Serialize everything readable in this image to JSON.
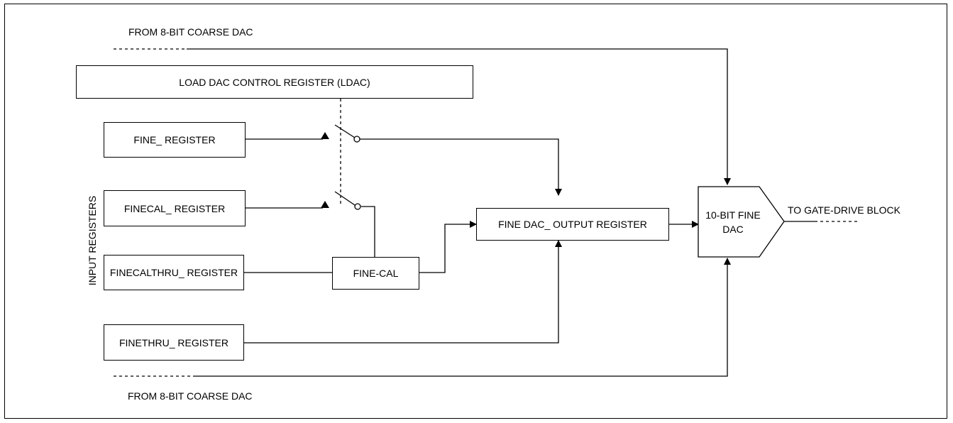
{
  "labels": {
    "coarse_top": "FROM 8-BIT COARSE DAC",
    "coarse_bottom": "FROM 8-BIT COARSE DAC",
    "to_gate": "TO GATE-DRIVE BLOCK",
    "input_registers": "INPUT REGISTERS"
  },
  "blocks": {
    "ldac": "LOAD DAC CONTROL REGISTER (LDAC)",
    "fine_reg": "FINE_ REGISTER",
    "finecal_reg": "FINECAL_ REGISTER",
    "finecalthru_reg": "FINECALTHRU_ REGISTER",
    "finethru_reg": "FINETHRU_ REGISTER",
    "fine_cal": "FINE-CAL",
    "output_reg": "FINE DAC_ OUTPUT REGISTER",
    "dac_line1": "10-BIT FINE",
    "dac_line2": "DAC"
  }
}
